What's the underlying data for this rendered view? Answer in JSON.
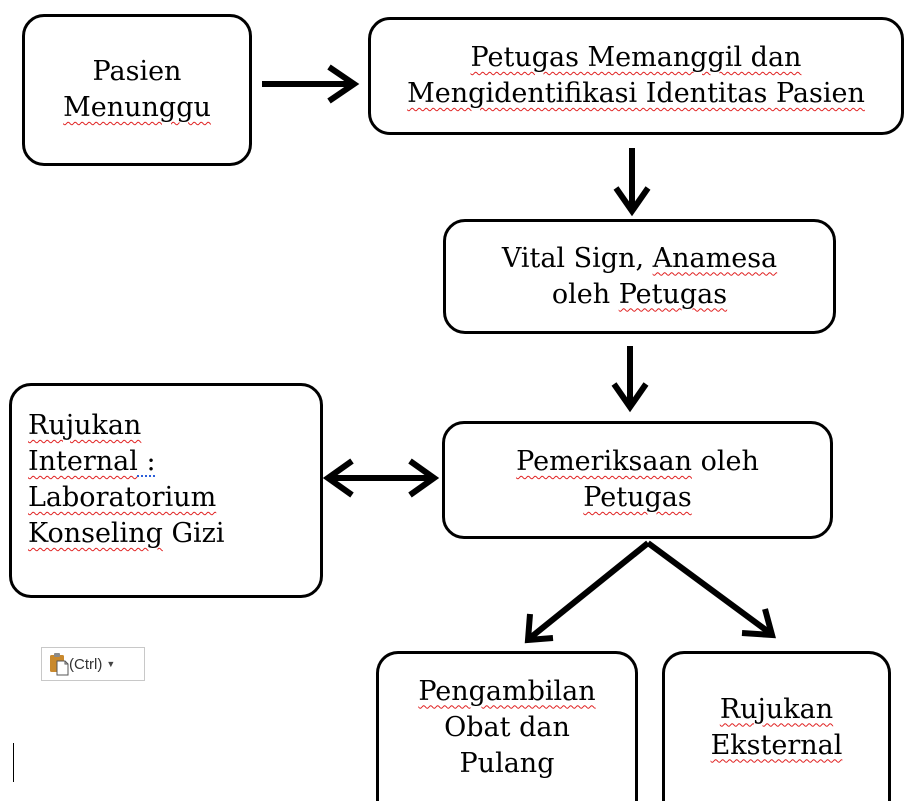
{
  "boxes": {
    "pasien": {
      "lines": [
        "Pasien",
        "Menunggu"
      ]
    },
    "petugas": {
      "lines": [
        "Petugas Memanggil dan",
        "Mengidentifikasi Identitas Pasien"
      ]
    },
    "vital": {
      "line1_a": "Vital Sign, ",
      "line1_b": "Anamesa",
      "line2_a": "oleh ",
      "line2_b": "Petugas"
    },
    "rujukan_internal": {
      "line1": "Rujukan",
      "line2": "Internal",
      "line2_colon": " :",
      "line3": "Laboratorium",
      "line4_a": "Konseling",
      "line4_b": " Gizi"
    },
    "pemeriksaan": {
      "line1_a": "Pemeriksaan",
      "line1_b": " oleh",
      "line2": "Petugas"
    },
    "obat": {
      "line1": "Pengambilan",
      "line2": "Obat dan",
      "line3": "Pulang"
    },
    "rujukan_eksternal": {
      "line1": "Rujukan",
      "line2": "Eksternal"
    }
  },
  "paste_options": {
    "label": "(Ctrl)",
    "icon": "clipboard-paste-icon"
  },
  "colors": {
    "border": "#000000",
    "spellcheck": "#e02020",
    "grammar": "#2b5fd9"
  }
}
